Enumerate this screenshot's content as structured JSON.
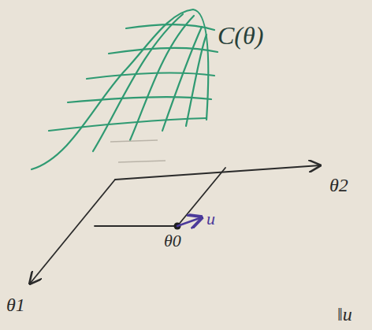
{
  "diagram": {
    "labels": [
      "C(θ)",
      "θ2",
      "θ0",
      "u",
      "θ1",
      "‖u⃗"
    ]
  }
}
